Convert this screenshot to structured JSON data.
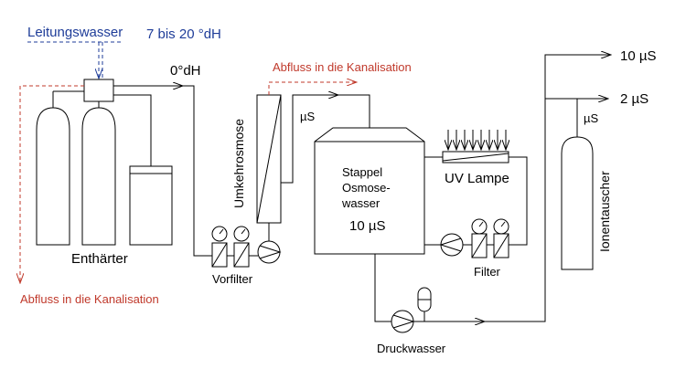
{
  "labels": {
    "water_in": "Leitungswasser",
    "hardness": "7 bis 20 °dH",
    "zero_dh": "0°dH",
    "drain_top": "Abfluss in die Kanalisation",
    "drain_bottom": "Abfluss in die Kanalisation",
    "softener": "Enthärter",
    "prefilter": "Vorfilter",
    "ro": "Umkehrosmose",
    "us_ro": "µS",
    "tank_line1": "Stappel",
    "tank_line2": "Osmose-",
    "tank_line3": "wasser",
    "tank_value": "10 µS",
    "uv": "UV Lampe",
    "filter": "Filter",
    "pressure": "Druckwasser",
    "ion": "Ionentauscher",
    "us_ion": "µS",
    "out1": "10 µS",
    "out2": "2 µS"
  },
  "colors": {
    "text": "#000000",
    "drain": "#c0392b",
    "inlet": "#1f3d99"
  }
}
